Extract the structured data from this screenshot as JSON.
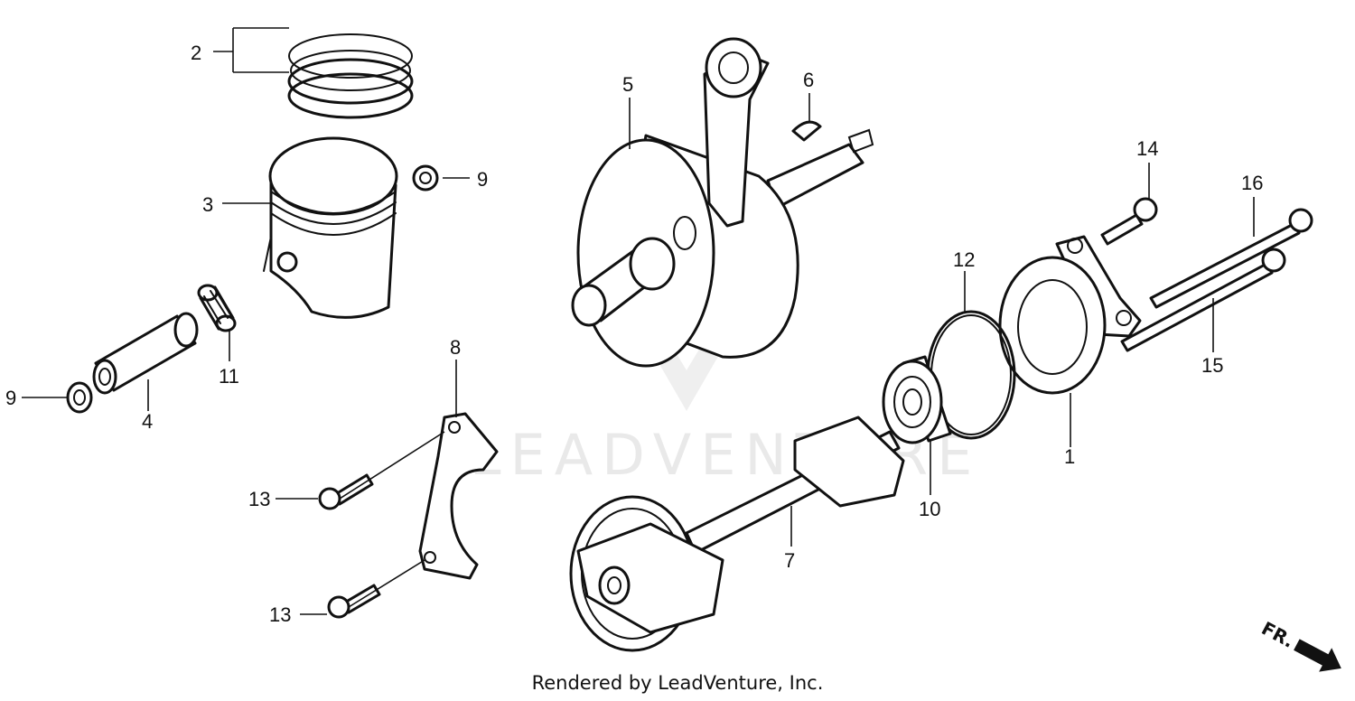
{
  "callouts": {
    "c1": "1",
    "c2": "2",
    "c3": "3",
    "c4": "4",
    "c5": "5",
    "c6": "6",
    "c7": "7",
    "c8": "8",
    "c9a": "9",
    "c9b": "9",
    "c10": "10",
    "c11": "11",
    "c12": "12",
    "c13a": "13",
    "c13b": "13",
    "c14": "14",
    "c15": "15",
    "c16": "16"
  },
  "direction_label": "FR.",
  "watermark_text": "LEADVENTURE",
  "footer_text": "Rendered by LeadVenture, Inc."
}
